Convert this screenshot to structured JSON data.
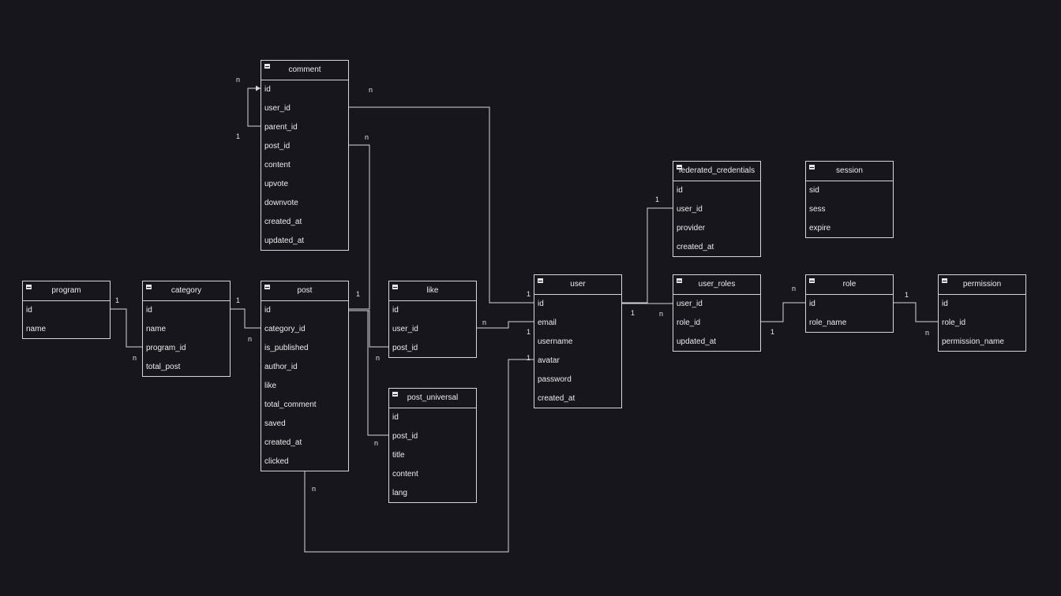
{
  "tables": [
    {
      "id": "comment",
      "title": "comment",
      "fields": [
        "id",
        "user_id",
        "parent_id",
        "post_id",
        "content",
        "upvote",
        "downvote",
        "created_at",
        "updated_at"
      ]
    },
    {
      "id": "federated_credentials",
      "title": "federated_credentials",
      "fields": [
        "id",
        "user_id",
        "provider",
        "created_at"
      ]
    },
    {
      "id": "session",
      "title": "session",
      "fields": [
        "sid",
        "sess",
        "expire"
      ]
    },
    {
      "id": "program",
      "title": "program",
      "fields": [
        "id",
        "name"
      ]
    },
    {
      "id": "category",
      "title": "category",
      "fields": [
        "id",
        "name",
        "program_id",
        "total_post"
      ]
    },
    {
      "id": "post",
      "title": "post",
      "fields": [
        "id",
        "category_id",
        "is_published",
        "author_id",
        "like",
        "total_comment",
        "saved",
        "created_at",
        "clicked"
      ]
    },
    {
      "id": "like",
      "title": "like",
      "fields": [
        "id",
        "user_id",
        "post_id"
      ]
    },
    {
      "id": "post_universal",
      "title": "post_universal",
      "fields": [
        "id",
        "post_id",
        "title",
        "content",
        "lang"
      ]
    },
    {
      "id": "user",
      "title": "user",
      "fields": [
        "id",
        "email",
        "username",
        "avatar",
        "password",
        "created_at"
      ]
    },
    {
      "id": "user_roles",
      "title": "user_roles",
      "fields": [
        "user_id",
        "role_id",
        "updated_at"
      ]
    },
    {
      "id": "role",
      "title": "role",
      "fields": [
        "id",
        "role_name"
      ]
    },
    {
      "id": "permission",
      "title": "permission",
      "fields": [
        "id",
        "role_id",
        "permission_name"
      ]
    }
  ],
  "cardinality_labels": [
    {
      "id": "c-self-n",
      "text": "n"
    },
    {
      "id": "c-self-1",
      "text": "1"
    },
    {
      "id": "c-comment-user-n",
      "text": "n"
    },
    {
      "id": "c-comment-post-n",
      "text": "n"
    },
    {
      "id": "c-prog-1",
      "text": "1"
    },
    {
      "id": "c-prog-n",
      "text": "n"
    },
    {
      "id": "c-cat-1",
      "text": "1"
    },
    {
      "id": "c-cat-n",
      "text": "n"
    },
    {
      "id": "c-post-1",
      "text": "1"
    },
    {
      "id": "c-like-post-n",
      "text": "n"
    },
    {
      "id": "c-pu-n",
      "text": "n"
    },
    {
      "id": "c-post-author-n",
      "text": "n"
    },
    {
      "id": "c-like-user-n",
      "text": "n"
    },
    {
      "id": "c-user-1a",
      "text": "1"
    },
    {
      "id": "c-user-1b",
      "text": "1"
    },
    {
      "id": "c-user-1c",
      "text": "1"
    },
    {
      "id": "c-fed-1",
      "text": "1"
    },
    {
      "id": "c-user-ur-1",
      "text": "1"
    },
    {
      "id": "c-ur-n",
      "text": "n"
    },
    {
      "id": "c-ur-role-1",
      "text": "1"
    },
    {
      "id": "c-role-n",
      "text": "n"
    },
    {
      "id": "c-role-1",
      "text": "1"
    },
    {
      "id": "c-perm-n",
      "text": "n"
    }
  ]
}
